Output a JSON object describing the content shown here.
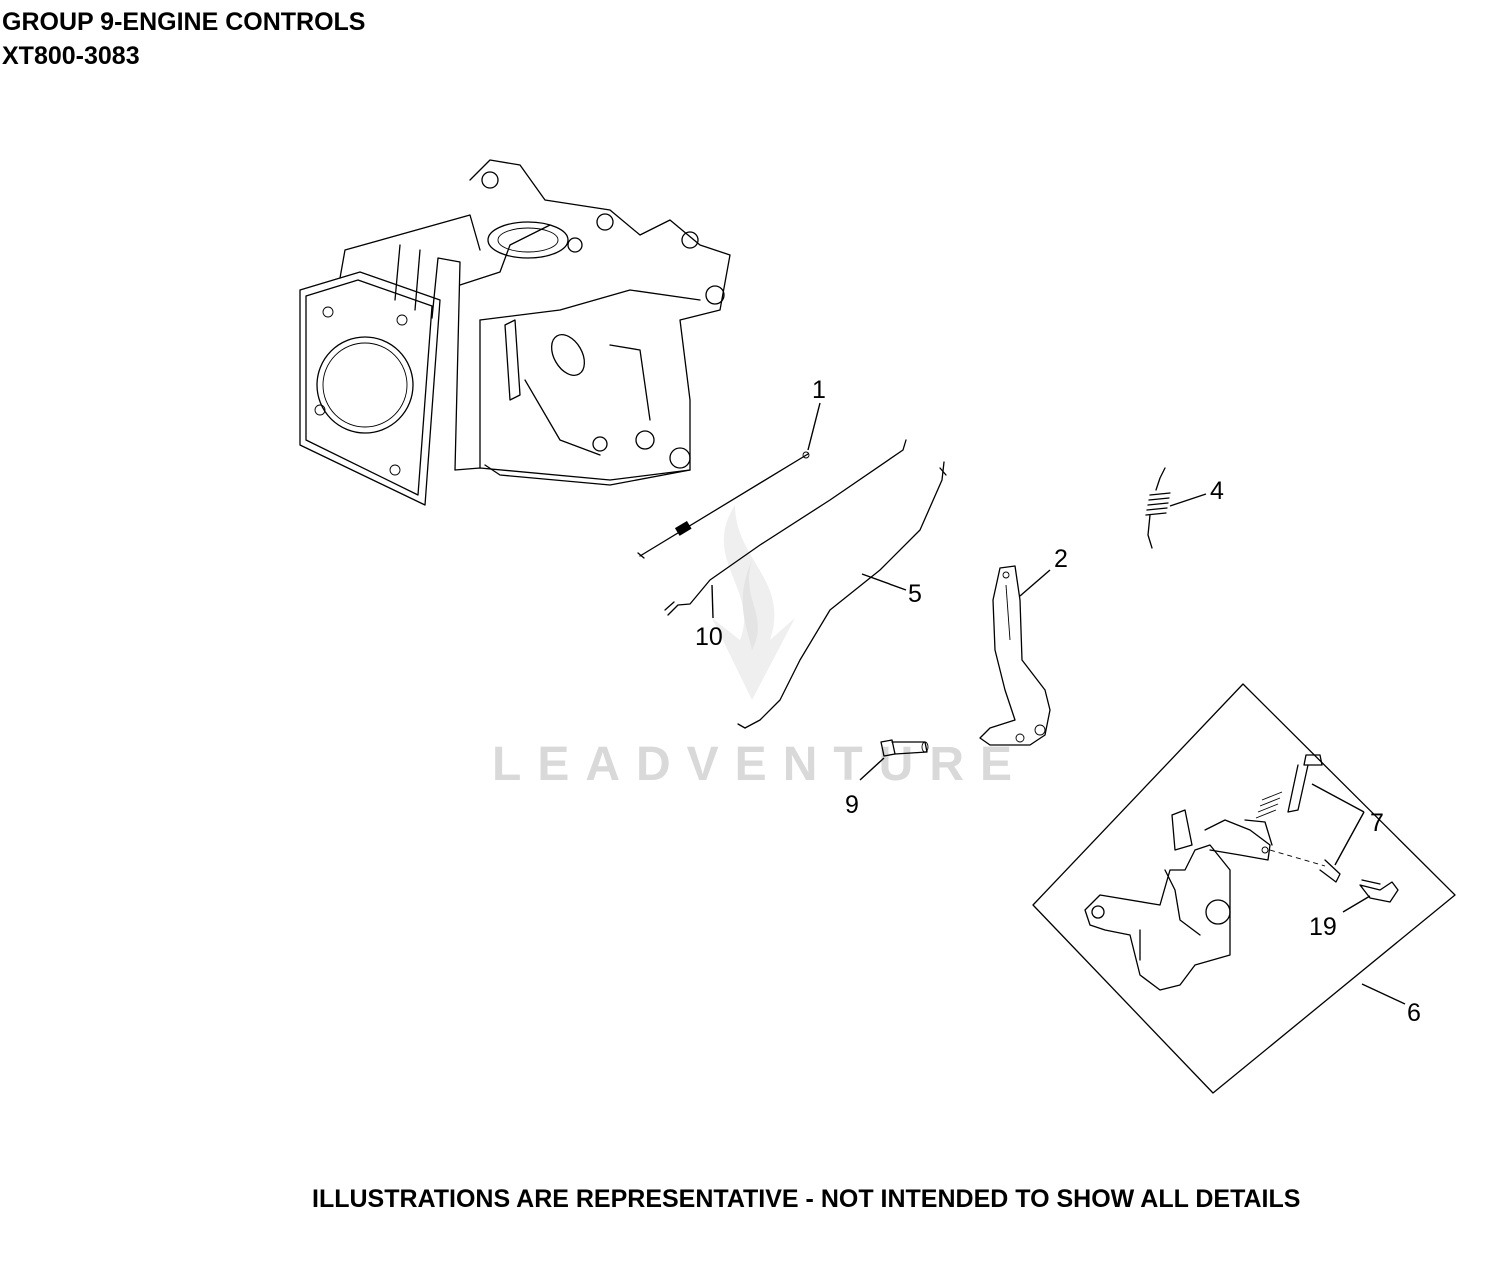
{
  "header": {
    "title": "GROUP 9-ENGINE CONTROLS",
    "model": "XT800-3083"
  },
  "footer": {
    "note": "ILLUSTRATIONS ARE REPRESENTATIVE - NOT INTENDED TO SHOW ALL DETAILS"
  },
  "watermark": {
    "text": "LEADVENTURE"
  },
  "callouts": {
    "c1": "1",
    "c2": "2",
    "c4": "4",
    "c5": "5",
    "c6": "6",
    "c7": "7",
    "c9": "9",
    "c10": "10",
    "c19": "19"
  }
}
